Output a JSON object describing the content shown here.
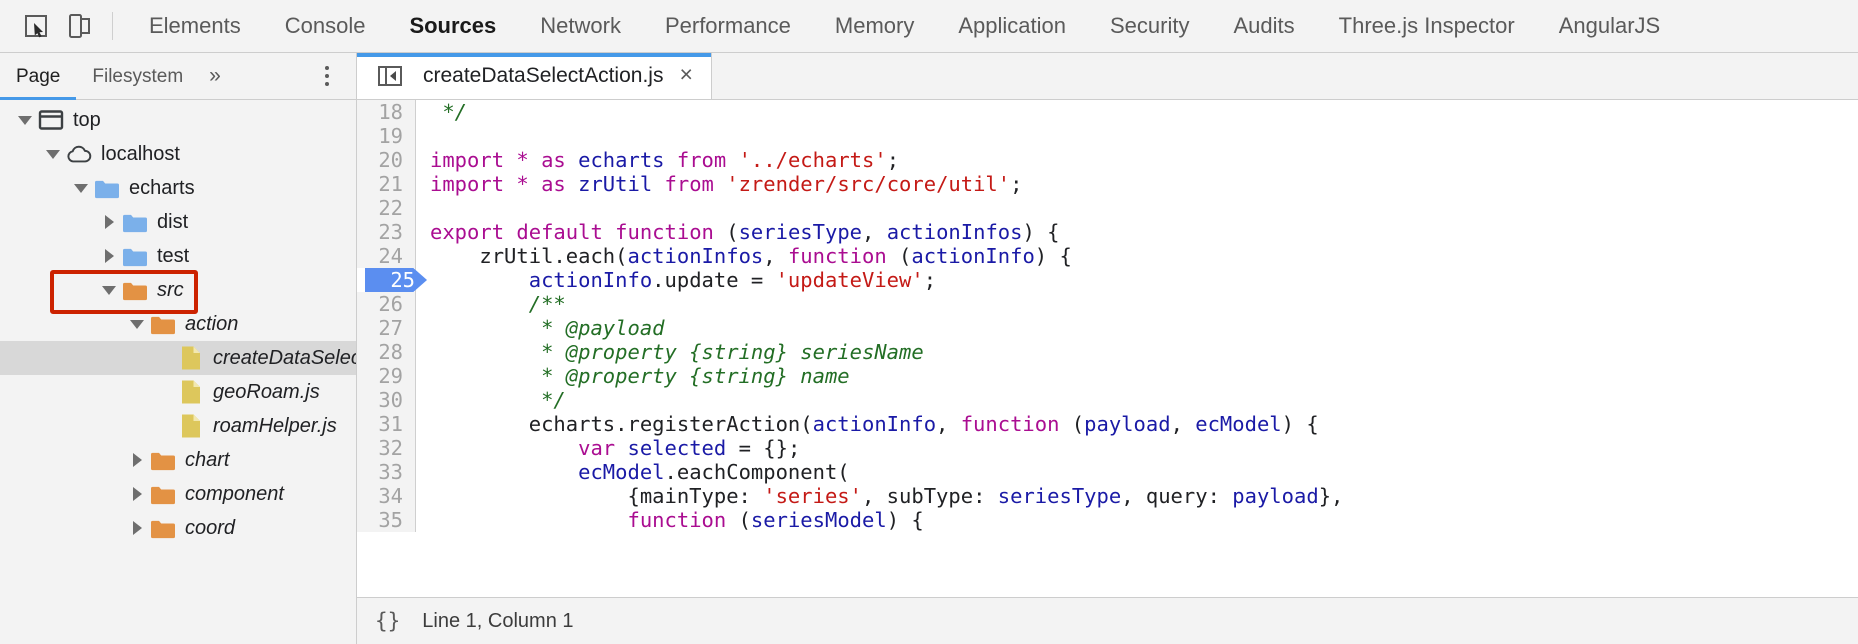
{
  "toolbar": {
    "icons": [
      {
        "name": "inspect-element-icon",
        "label": "Inspect element"
      },
      {
        "name": "device-toolbar-icon",
        "label": "Toggle device toolbar"
      }
    ],
    "tabs": [
      {
        "label": "Elements",
        "active": false
      },
      {
        "label": "Console",
        "active": false
      },
      {
        "label": "Sources",
        "active": true
      },
      {
        "label": "Network",
        "active": false
      },
      {
        "label": "Performance",
        "active": false
      },
      {
        "label": "Memory",
        "active": false
      },
      {
        "label": "Application",
        "active": false
      },
      {
        "label": "Security",
        "active": false
      },
      {
        "label": "Audits",
        "active": false
      },
      {
        "label": "Three.js Inspector",
        "active": false
      },
      {
        "label": "AngularJS",
        "active": false
      }
    ]
  },
  "navigator": {
    "tabs": [
      {
        "label": "Page",
        "active": true
      },
      {
        "label": "Filesystem",
        "active": false
      }
    ],
    "more_label": "»",
    "menu_name": "more-options-button",
    "tree": [
      {
        "label": "top",
        "depth": 0,
        "twisty": "down",
        "icon": "frame-icon",
        "italic": false,
        "selected": false
      },
      {
        "label": "localhost",
        "depth": 1,
        "twisty": "down",
        "icon": "cloud-icon",
        "italic": false,
        "selected": false
      },
      {
        "label": "echarts",
        "depth": 2,
        "twisty": "down",
        "icon": "folder-blue-icon",
        "italic": false,
        "selected": false
      },
      {
        "label": "dist",
        "depth": 3,
        "twisty": "right",
        "icon": "folder-blue-icon",
        "italic": false,
        "selected": false
      },
      {
        "label": "test",
        "depth": 3,
        "twisty": "right",
        "icon": "folder-blue-icon",
        "italic": false,
        "selected": false
      },
      {
        "label": "src",
        "depth": 3,
        "twisty": "down",
        "icon": "folder-orange-icon",
        "italic": true,
        "selected": false
      },
      {
        "label": "action",
        "depth": 4,
        "twisty": "down",
        "icon": "folder-orange-icon",
        "italic": true,
        "selected": false
      },
      {
        "label": "createDataSelectAction.js",
        "depth": 5,
        "twisty": "none",
        "icon": "file-js-icon",
        "italic": true,
        "selected": true
      },
      {
        "label": "geoRoam.js",
        "depth": 5,
        "twisty": "none",
        "icon": "file-js-icon",
        "italic": true,
        "selected": false
      },
      {
        "label": "roamHelper.js",
        "depth": 5,
        "twisty": "none",
        "icon": "file-js-icon",
        "italic": true,
        "selected": false
      },
      {
        "label": "chart",
        "depth": 4,
        "twisty": "right",
        "icon": "folder-orange-icon",
        "italic": true,
        "selected": false
      },
      {
        "label": "component",
        "depth": 4,
        "twisty": "right",
        "icon": "folder-orange-icon",
        "italic": true,
        "selected": false
      },
      {
        "label": "coord",
        "depth": 4,
        "twisty": "right",
        "icon": "folder-orange-icon",
        "italic": true,
        "selected": false
      }
    ],
    "annotation": {
      "color": "#cc2200",
      "target_label": "src"
    }
  },
  "editor": {
    "tab": {
      "filename": "createDataSelectAction.js",
      "close_label": "×",
      "toggle_name": "navigator-toggle-icon",
      "active": true
    },
    "first_visible_line": 18,
    "current_line": 25,
    "lines": [
      {
        "n": 18,
        "tokens": [
          {
            "t": " */",
            "c": "c"
          }
        ]
      },
      {
        "n": 19,
        "tokens": []
      },
      {
        "n": 20,
        "tokens": [
          {
            "t": "import",
            "c": "k"
          },
          {
            "t": " ",
            "c": "p"
          },
          {
            "t": "*",
            "c": "k"
          },
          {
            "t": " ",
            "c": "p"
          },
          {
            "t": "as",
            "c": "k"
          },
          {
            "t": " ",
            "c": "p"
          },
          {
            "t": "echarts",
            "c": "id"
          },
          {
            "t": " ",
            "c": "p"
          },
          {
            "t": "from",
            "c": "k"
          },
          {
            "t": " ",
            "c": "p"
          },
          {
            "t": "'../echarts'",
            "c": "s"
          },
          {
            "t": ";",
            "c": "p"
          }
        ]
      },
      {
        "n": 21,
        "tokens": [
          {
            "t": "import",
            "c": "k"
          },
          {
            "t": " ",
            "c": "p"
          },
          {
            "t": "*",
            "c": "k"
          },
          {
            "t": " ",
            "c": "p"
          },
          {
            "t": "as",
            "c": "k"
          },
          {
            "t": " ",
            "c": "p"
          },
          {
            "t": "zrUtil",
            "c": "id"
          },
          {
            "t": " ",
            "c": "p"
          },
          {
            "t": "from",
            "c": "k"
          },
          {
            "t": " ",
            "c": "p"
          },
          {
            "t": "'zrender/src/core/util'",
            "c": "s"
          },
          {
            "t": ";",
            "c": "p"
          }
        ]
      },
      {
        "n": 22,
        "tokens": []
      },
      {
        "n": 23,
        "tokens": [
          {
            "t": "export",
            "c": "k"
          },
          {
            "t": " ",
            "c": "p"
          },
          {
            "t": "default",
            "c": "k"
          },
          {
            "t": " ",
            "c": "p"
          },
          {
            "t": "function",
            "c": "k"
          },
          {
            "t": " (",
            "c": "p"
          },
          {
            "t": "seriesType",
            "c": "id"
          },
          {
            "t": ", ",
            "c": "p"
          },
          {
            "t": "actionInfos",
            "c": "id"
          },
          {
            "t": ") {",
            "c": "p"
          }
        ]
      },
      {
        "n": 24,
        "tokens": [
          {
            "t": "    zrUtil.each(",
            "c": "p"
          },
          {
            "t": "actionInfos",
            "c": "id"
          },
          {
            "t": ", ",
            "c": "p"
          },
          {
            "t": "function",
            "c": "k"
          },
          {
            "t": " (",
            "c": "p"
          },
          {
            "t": "actionInfo",
            "c": "id"
          },
          {
            "t": ") {",
            "c": "p"
          }
        ]
      },
      {
        "n": 25,
        "tokens": [
          {
            "t": "        ",
            "c": "p"
          },
          {
            "t": "actionInfo",
            "c": "id"
          },
          {
            "t": ".update = ",
            "c": "p"
          },
          {
            "t": "'updateView'",
            "c": "s"
          },
          {
            "t": ";",
            "c": "p"
          }
        ]
      },
      {
        "n": 26,
        "tokens": [
          {
            "t": "        /**",
            "c": "c"
          }
        ]
      },
      {
        "n": 27,
        "tokens": [
          {
            "t": "         * @payload",
            "c": "c"
          }
        ]
      },
      {
        "n": 28,
        "tokens": [
          {
            "t": "         * @property {string} seriesName",
            "c": "c"
          }
        ]
      },
      {
        "n": 29,
        "tokens": [
          {
            "t": "         * @property {string} name",
            "c": "c"
          }
        ]
      },
      {
        "n": 30,
        "tokens": [
          {
            "t": "         */",
            "c": "c"
          }
        ]
      },
      {
        "n": 31,
        "tokens": [
          {
            "t": "        echarts.registerAction(",
            "c": "p"
          },
          {
            "t": "actionInfo",
            "c": "id"
          },
          {
            "t": ", ",
            "c": "p"
          },
          {
            "t": "function",
            "c": "k"
          },
          {
            "t": " (",
            "c": "p"
          },
          {
            "t": "payload",
            "c": "id"
          },
          {
            "t": ", ",
            "c": "p"
          },
          {
            "t": "ecModel",
            "c": "id"
          },
          {
            "t": ") {",
            "c": "p"
          }
        ]
      },
      {
        "n": 32,
        "tokens": [
          {
            "t": "            ",
            "c": "p"
          },
          {
            "t": "var",
            "c": "k"
          },
          {
            "t": " ",
            "c": "p"
          },
          {
            "t": "selected",
            "c": "id"
          },
          {
            "t": " = {};",
            "c": "p"
          }
        ]
      },
      {
        "n": 33,
        "tokens": [
          {
            "t": "            ",
            "c": "p"
          },
          {
            "t": "ecModel",
            "c": "id"
          },
          {
            "t": ".eachComponent(",
            "c": "p"
          }
        ]
      },
      {
        "n": 34,
        "tokens": [
          {
            "t": "                {mainType: ",
            "c": "p"
          },
          {
            "t": "'series'",
            "c": "s"
          },
          {
            "t": ", subType: ",
            "c": "p"
          },
          {
            "t": "seriesType",
            "c": "id"
          },
          {
            "t": ", query: ",
            "c": "p"
          },
          {
            "t": "payload",
            "c": "id"
          },
          {
            "t": "},",
            "c": "p"
          }
        ]
      },
      {
        "n": 35,
        "tokens": [
          {
            "t": "                ",
            "c": "p"
          },
          {
            "t": "function",
            "c": "k"
          },
          {
            "t": " (",
            "c": "p"
          },
          {
            "t": "seriesModel",
            "c": "id"
          },
          {
            "t": ") {",
            "c": "p"
          }
        ]
      }
    ]
  },
  "statusbar": {
    "pretty_print_label": "{}",
    "position_text": "Line 1, Column 1"
  },
  "colors": {
    "accent_blue": "#4599e8",
    "breakpoint_blue": "#5b8ef0",
    "annotation_red": "#cc2200",
    "folder_blue": "#7bb0ea",
    "folder_orange": "#e39244",
    "file_yellow": "#ddc75c"
  }
}
